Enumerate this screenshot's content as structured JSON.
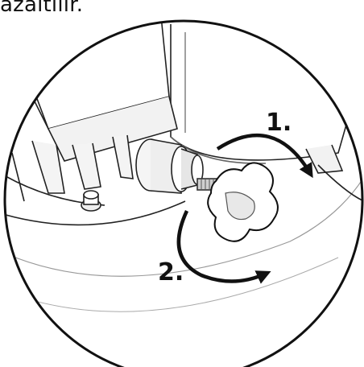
{
  "caption": "azaltılır.",
  "steps": [
    "1.",
    "2."
  ],
  "colors": {
    "line": "#1a1a1a",
    "shade": "#d9d9d9",
    "fill": "#ffffff"
  },
  "icons": [
    "rotate-clockwise-arrow-icon",
    "rotate-clockwise-arrow-icon"
  ]
}
